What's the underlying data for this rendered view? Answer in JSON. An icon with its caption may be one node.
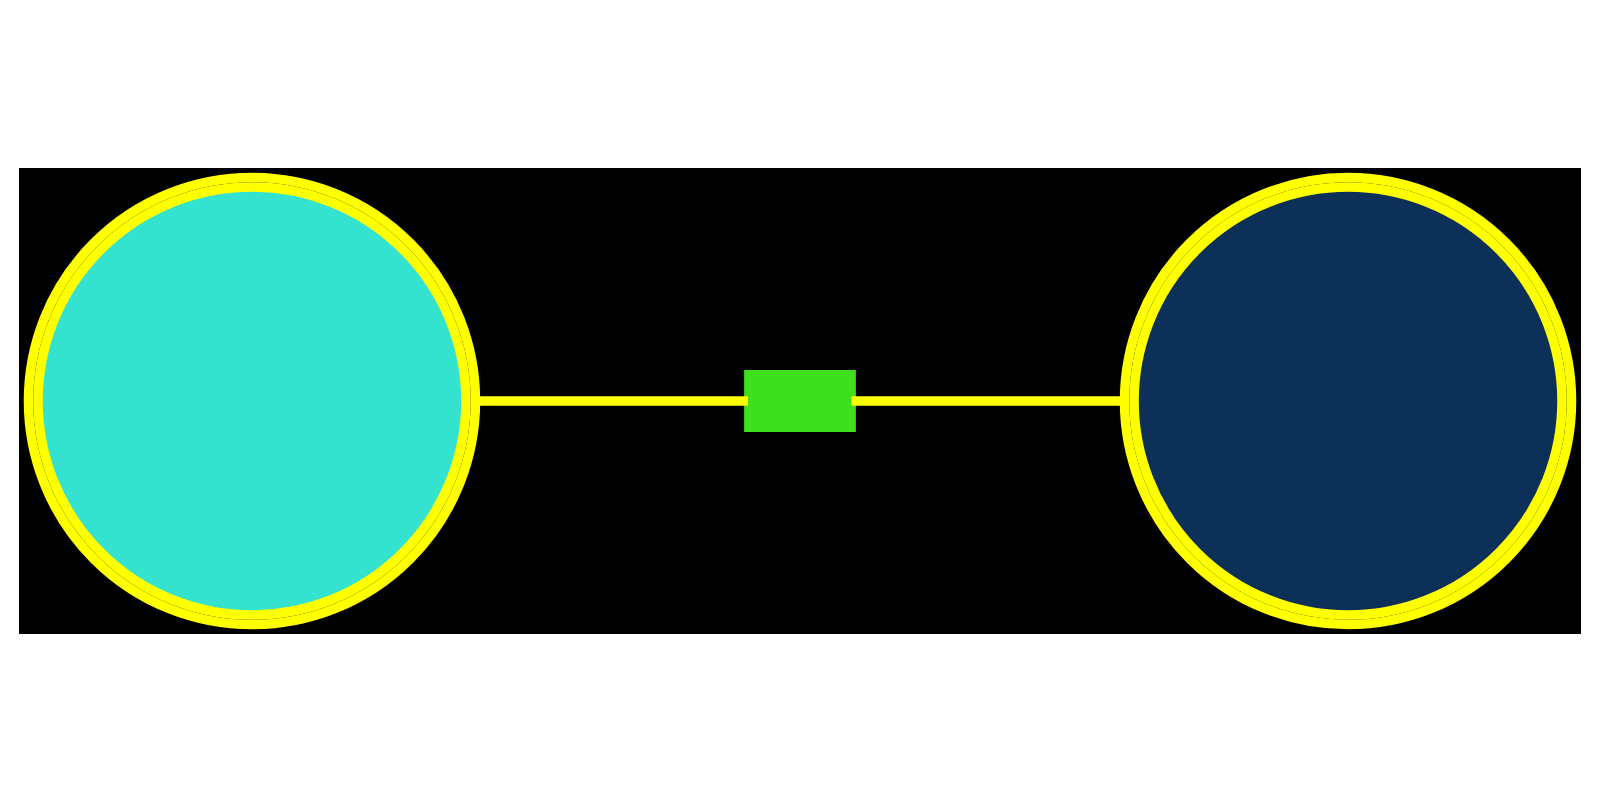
{
  "diagram": {
    "nodes": [
      {
        "text": [],
        "shape": "circle"
      },
      {
        "text": [],
        "shape": "box"
      },
      {
        "text": [],
        "shape": "circle"
      }
    ],
    "edges": [
      {
        "from": 0,
        "to": 1,
        "arrow": "none"
      },
      {
        "from": 1,
        "to": 2,
        "arrow": "none"
      }
    ]
  }
}
